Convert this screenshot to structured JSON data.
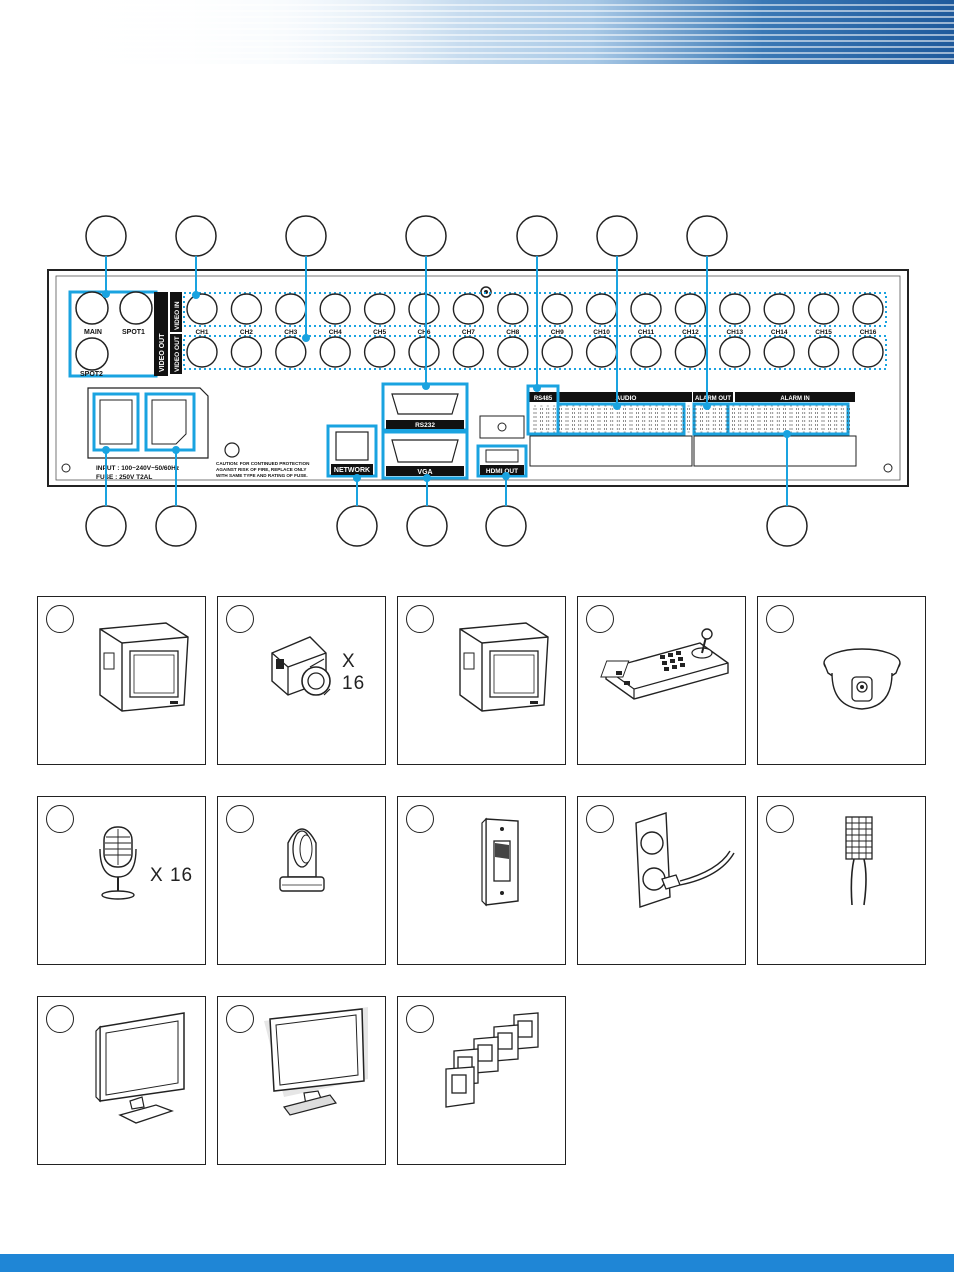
{
  "panel": {
    "video_out": {
      "label": "VIDEO OUT",
      "ports": [
        "MAIN",
        "SPOT1",
        "SPOT2"
      ]
    },
    "video_in_label": "VIDEO IN",
    "channels": [
      "CH1",
      "CH2",
      "CH3",
      "CH4",
      "CH5",
      "CH6",
      "CH7",
      "CH8",
      "CH9",
      "CH10",
      "CH11",
      "CH12",
      "CH13",
      "CH14",
      "CH15",
      "CH16"
    ],
    "rs232_label": "RS232",
    "vga_label": "VGA",
    "network_label": "NETWORK",
    "hdmi_label": "HDMI OUT",
    "rs485_label": "RS485",
    "audio_label": "AUDIO",
    "alarm_out_label": "ALARM OUT",
    "alarm_in_label": "ALARM IN",
    "power_input": "INPUT : 100~240V~50/60Hz",
    "fuse": "FUSE : 250V T2AL",
    "caution": [
      "CAUTION: FOR CONTINUED PROTECTION",
      "AGAINST RISK OF FIRE, REPLACE ONLY",
      "WITH SAME TYPE AND RATING OF FUSE."
    ]
  },
  "items": [
    {
      "icon": "crt-monitor-icon"
    },
    {
      "icon": "box-camera-icon",
      "qty": "X 16"
    },
    {
      "icon": "crt-monitor-icon"
    },
    {
      "icon": "ptz-keyboard-controller-icon"
    },
    {
      "icon": "dome-camera-icon"
    },
    {
      "icon": "microphone-icon",
      "qty": "X 16"
    },
    {
      "icon": "alarm-beacon-icon"
    },
    {
      "icon": "power-switch-icon"
    },
    {
      "icon": "power-outlet-icon"
    },
    {
      "icon": "sensor-wire-terminal-icon"
    },
    {
      "icon": "lcd-monitor-icon"
    },
    {
      "icon": "lcd-monitor-alt-icon"
    },
    {
      "icon": "monitor-stack-icon"
    }
  ],
  "colors": {
    "accent": "#1aa3e0",
    "line": "#222222",
    "header_blue": "#1f5a9c",
    "footer_blue": "#1f86d6"
  }
}
